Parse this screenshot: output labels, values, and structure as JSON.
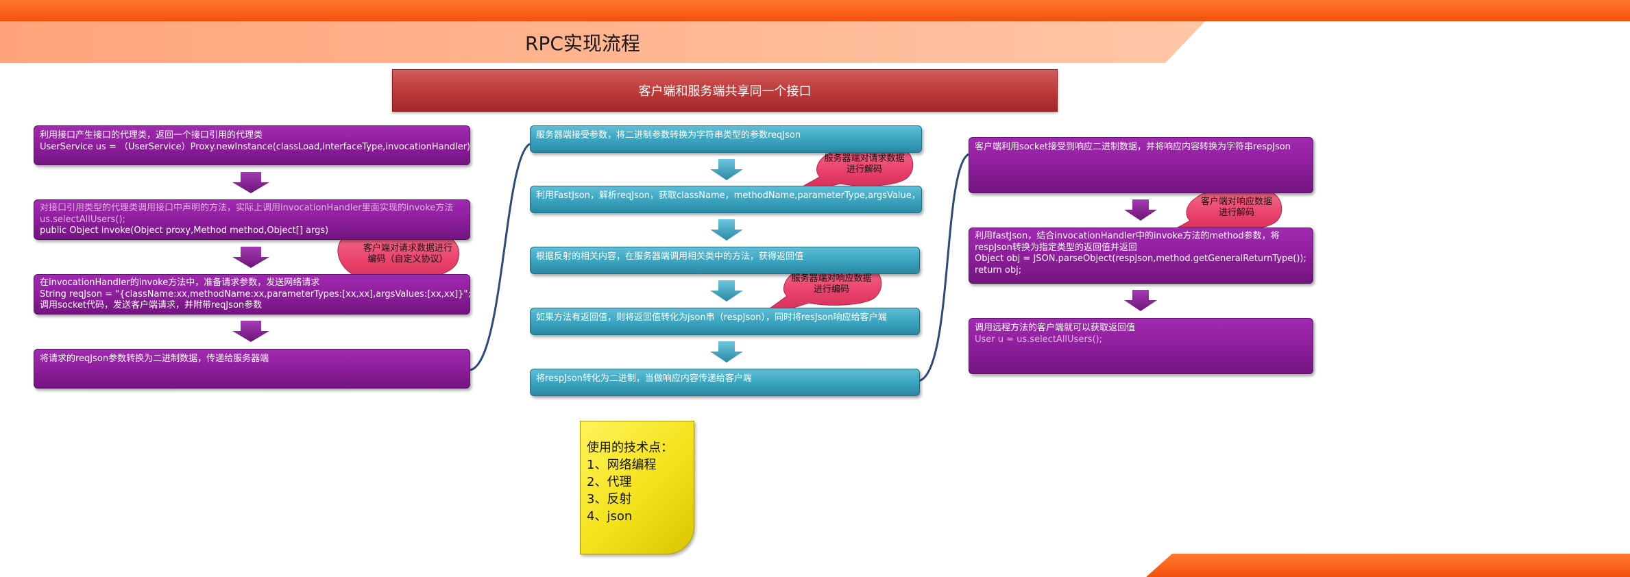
{
  "page": {
    "title": "RPC实现流程",
    "banner": "客户端和服务端共享同一个接口"
  },
  "colors": {
    "header_orange": "#ff5a14",
    "header_peach": "#ffb48c",
    "box_purple": "#8e1e9c",
    "box_teal": "#3ba6c1",
    "banner_red": "#c24040",
    "callout_pink": "#e8406a",
    "arrow_purple": "#8a1e98",
    "arrow_teal": "#3aa7c3",
    "note_yellow": "#f3e21a",
    "connector_blue": "#2b4a7a"
  },
  "client_request": [
    {
      "lines": [
        "利用接口产生接口的代理类，返回一个接口引用的代理类",
        "UserService us = （UserService）Proxy.newInstance(classLoad,interfaceType,invocationHandler)"
      ]
    },
    {
      "lines": [
        "对接口引用类型的代理类调用接口中声明的方法，实际上调用invocationHandler里面实现的invoke方法",
        "us.selectAllUsers();",
        "public Object invoke(Object proxy,Method method,Object[] args)"
      ]
    },
    {
      "lines": [
        "在invocationHandler的invoke方法中，准备请求参数，发送网络请求",
        "String reqJson = \"{className:xx,methodName:xx,parameterTypes:[xx,xx],argsValues:[xx,xx]}\";",
        "调用socket代码，发送客户端请求，并附带reqJson参数"
      ]
    },
    {
      "lines": [
        "将请求的reqJson参数转换为二进制数据，传递给服务器端"
      ]
    }
  ],
  "server": [
    {
      "text": "服务器端接受参数，将二进制参数转换为字符串类型的参数reqJson"
    },
    {
      "text": "利用FastJson，解析reqJson，获取className，methodName,parameterType,argsValue，"
    },
    {
      "text": "根据反射的相关内容，在服务器端调用相关类中的方法，获得返回值"
    },
    {
      "text": "如果方法有返回值，则将返回值转化为json串（respJson），同时将resJson响应给客户端"
    },
    {
      "text": "将respJson转化为二进制，当做响应内容传递给客户端"
    }
  ],
  "client_response": [
    {
      "lines": [
        "客户端利用socket接受到响应二进制数据，并将响应内容转换为字符串respJson"
      ]
    },
    {
      "lines": [
        "利用fastJson，结合invocationHandler中的invoke方法的method参数，将respJson转换为指定类型的返回值并返回",
        "Object obj = JSON.parseObject(respJson,method.getGeneralReturnType());",
        "return obj;"
      ]
    },
    {
      "lines": [
        "调用远程方法的客户端就可以获取返回值",
        "User u = us.selectAllUsers();"
      ]
    }
  ],
  "callouts": {
    "client_encode": [
      "客户端对请求数据进行",
      "编码（自定义协议）"
    ],
    "server_decode": [
      "服务器端对请求数据",
      "进行解码"
    ],
    "server_encode": [
      "服务器端对响应数据",
      "进行编码"
    ],
    "client_decode": [
      "客户端对响应数据",
      "进行解码"
    ]
  },
  "tech_note": {
    "heading": "使用的技术点：",
    "items": [
      "1、网络编程",
      "2、代理",
      "3、反射",
      "4、json"
    ]
  }
}
